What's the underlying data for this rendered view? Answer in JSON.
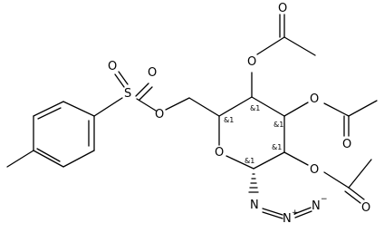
{
  "molecule": {
    "atoms": {
      "tosyl_o1": "O",
      "tosyl_o2": "O",
      "sulfur": "S",
      "tosyl_ester_o": "O",
      "acetyl1_carbonyl_o": "O",
      "acetyl1_ester_o": "O",
      "acetyl2_ester_o": "O",
      "acetyl2_carbonyl_o": "O",
      "ring_o": "O",
      "acetyl3_ester_o": "O",
      "acetyl3_carbonyl_o": "O",
      "azide_n1": "N",
      "azide_n2": "N",
      "azide_n3": "N"
    },
    "charges": {
      "azide_n2_charge": "+",
      "azide_n3_charge": "−"
    },
    "stereo_labels": {
      "c5": "&1",
      "c4": "&1",
      "c3": "&1",
      "c2": "&1",
      "c1": "&1"
    }
  }
}
